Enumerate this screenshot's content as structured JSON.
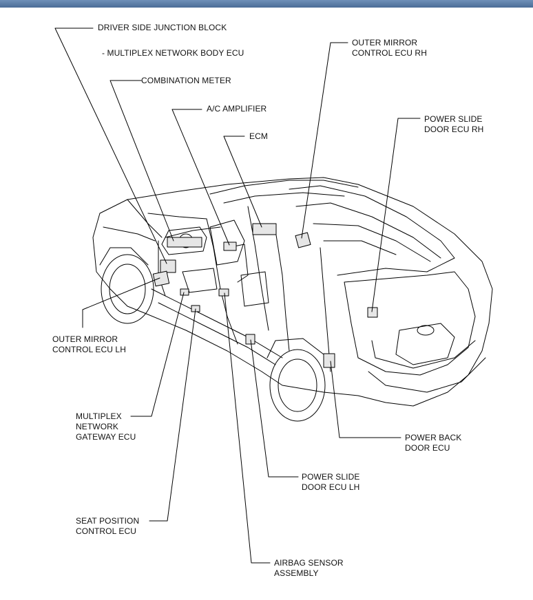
{
  "colors": {
    "header_bar": "#5a7ba6",
    "line": "#000000"
  },
  "labels": {
    "driver_junction": "DRIVER SIDE JUNCTION BLOCK",
    "multiplex_body": "-  MULTIPLEX NETWORK BODY ECU",
    "combination_meter": "COMBINATION METER",
    "ac_amplifier": "A/C AMPLIFIER",
    "ecm": "ECM",
    "outer_mirror_rh": [
      "OUTER MIRROR",
      "CONTROL ECU RH"
    ],
    "power_slide_rh": [
      "POWER SLIDE",
      "DOOR ECU RH"
    ],
    "outer_mirror_lh": [
      "OUTER MIRROR",
      "CONTROL ECU LH"
    ],
    "multiplex_gateway": [
      "MULTIPLEX",
      "NETWORK",
      "GATEWAY ECU"
    ],
    "power_back_door": [
      "POWER BACK",
      "DOOR ECU"
    ],
    "power_slide_lh": [
      "POWER SLIDE",
      "DOOR ECU LH"
    ],
    "seat_position": [
      "SEAT POSITION",
      "CONTROL ECU"
    ],
    "airbag_sensor": [
      "AIRBAG SENSOR",
      "ASSEMBLY"
    ]
  }
}
